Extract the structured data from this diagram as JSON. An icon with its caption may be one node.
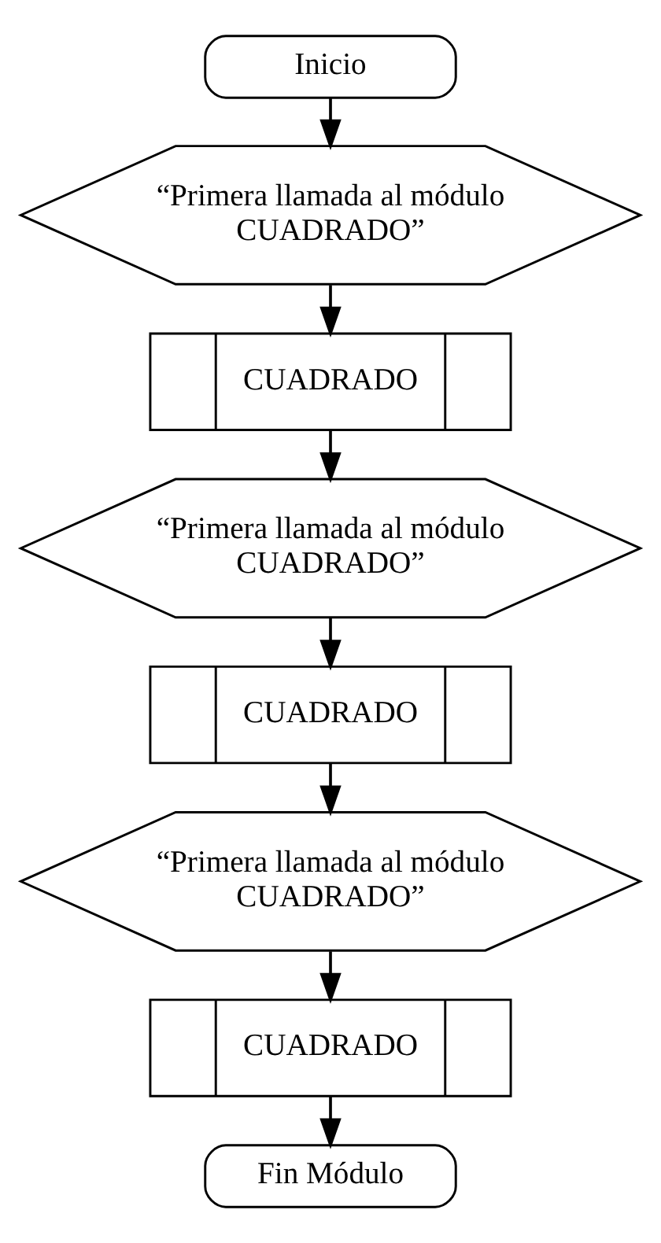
{
  "diagram": {
    "nodes": [
      {
        "text": [
          "Inicio"
        ]
      },
      {
        "text": [
          "“Primera llamada al módulo  CUADRADO”"
        ]
      },
      {
        "text": [
          "CUADRADO"
        ]
      },
      {
        "text": [
          "“Primera llamada al módulo  CUADRADO”"
        ]
      },
      {
        "text": [
          "CUADRADO"
        ]
      },
      {
        "text": [
          "“Primera llamada al módulo  CUADRADO”"
        ]
      },
      {
        "text": [
          "CUADRADO"
        ]
      },
      {
        "text": [
          "Fin Módulo"
        ]
      }
    ],
    "edges": [
      {
        "from": 0,
        "to": 1,
        "arrow": "to"
      },
      {
        "from": 1,
        "to": 2,
        "arrow": "to"
      },
      {
        "from": 2,
        "to": 3,
        "arrow": "to"
      },
      {
        "from": 3,
        "to": 4,
        "arrow": "to"
      },
      {
        "from": 4,
        "to": 5,
        "arrow": "to"
      },
      {
        "from": 5,
        "to": 6,
        "arrow": "to"
      },
      {
        "from": 6,
        "to": 7,
        "arrow": "to"
      }
    ]
  }
}
